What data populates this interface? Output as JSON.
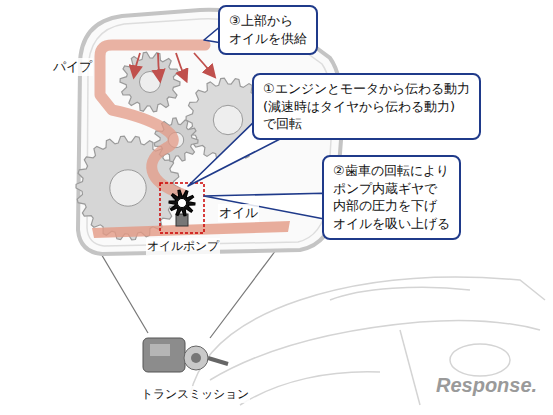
{
  "diagram": {
    "nodes": [
      {
        "text": [
          "③上部から オイルを供給"
        ]
      },
      {
        "text": [
          "①エンジンとモータから伝わる動力 (減速時はタイヤから伝わる動力) で回転"
        ]
      },
      {
        "text": [
          "②歯車の回転により ポンプ内蔵ギヤで 内部の圧力を下げ オイルを吸い上げる"
        ]
      }
    ],
    "labels": [
      "パイプ",
      "オイル",
      "オイルポンプ",
      "トランスミッション",
      "Response."
    ]
  }
}
